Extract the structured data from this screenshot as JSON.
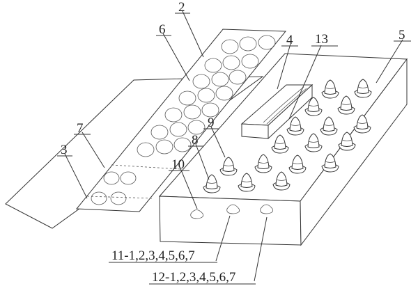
{
  "labels": {
    "l2": "2",
    "l3": "3",
    "l4": "4",
    "l5": "5",
    "l6": "6",
    "l7": "7",
    "l8": "8",
    "l9": "9",
    "l10": "10",
    "l13": "13",
    "l11": "11-1,2,3,4,5,6,7",
    "l12": "12-1,2,3,4,5,6,7"
  }
}
